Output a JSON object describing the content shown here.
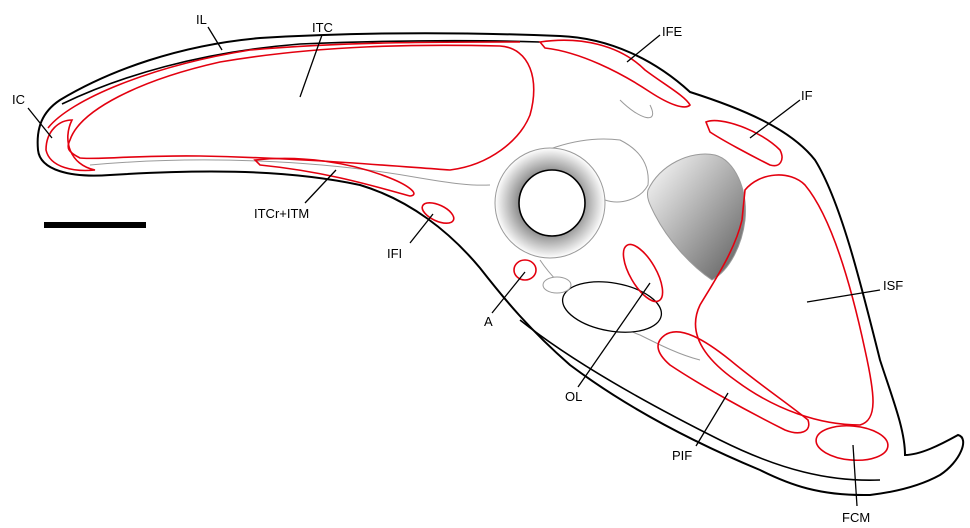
{
  "labels": {
    "IL": "IL",
    "ITC": "ITC",
    "IC": "IC",
    "IFE": "IFE",
    "IF": "IF",
    "ITCr_ITM": "ITCr+ITM",
    "IFI": "IFI",
    "ISF": "ISF",
    "A": "A",
    "OL": "OL",
    "PIF": "PIF",
    "FCM": "FCM"
  },
  "colors": {
    "outline": "#000000",
    "red_region": "#e3000f",
    "grey_bone": "#9a9a9a"
  }
}
